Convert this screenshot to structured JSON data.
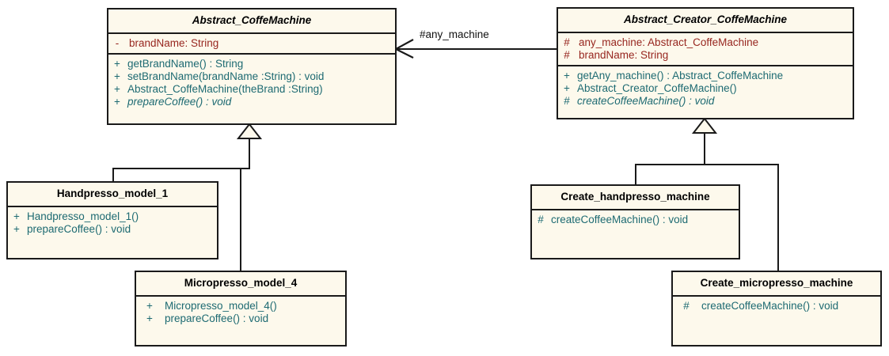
{
  "diagram": {
    "type": "uml-class-diagram",
    "title": "Abstract Factory / Factory Method - Coffee Machine",
    "background": "#ffffff",
    "colors": {
      "class_fill": "#FDF9EC",
      "border": "#1a1a1a",
      "attribute_text": "#97261f",
      "method_text": "#1d6a72",
      "class_name_text": "#000000"
    }
  },
  "classes": [
    {
      "id": "abstract-coffemachine",
      "name": "Abstract_CoffeMachine",
      "abstract": true,
      "attributes": [
        {
          "visibility": "-",
          "text": "brandName:  String"
        }
      ],
      "methods": [
        {
          "visibility": "+",
          "text": "getBrandName() : String",
          "abstract": false
        },
        {
          "visibility": "+",
          "text": "setBrandName(brandName :String) : void",
          "abstract": false
        },
        {
          "visibility": "+",
          "text": "Abstract_CoffeMachine(theBrand :String)",
          "abstract": false
        },
        {
          "visibility": "+",
          "text": "prepareCoffee() : void",
          "abstract": true
        }
      ]
    },
    {
      "id": "abstract-creator-coffemachine",
      "name": "Abstract_Creator_CoffeMachine",
      "abstract": true,
      "attributes": [
        {
          "visibility": "#",
          "text": "any_machine:  Abstract_CoffeMachine"
        },
        {
          "visibility": "#",
          "text": "brandName:  String"
        }
      ],
      "methods": [
        {
          "visibility": "+",
          "text": "getAny_machine() : Abstract_CoffeMachine",
          "abstract": false
        },
        {
          "visibility": "+",
          "text": "Abstract_Creator_CoffeMachine()",
          "abstract": false
        },
        {
          "visibility": "#",
          "text": "createCoffeeMachine() : void",
          "abstract": true
        }
      ]
    },
    {
      "id": "handpresso-model-1",
      "name": "Handpresso_model_1",
      "abstract": false,
      "attributes": [],
      "methods": [
        {
          "visibility": "+",
          "text": "Handpresso_model_1()",
          "abstract": false
        },
        {
          "visibility": "+",
          "text": "prepareCoffee() : void",
          "abstract": false
        }
      ]
    },
    {
      "id": "micropresso-model-4",
      "name": "Micropresso_model_4",
      "abstract": false,
      "attributes": [],
      "methods": [
        {
          "visibility": "+",
          "text": "Micropresso_model_4()",
          "abstract": false
        },
        {
          "visibility": "+",
          "text": "prepareCoffee() : void",
          "abstract": false
        }
      ]
    },
    {
      "id": "create-handpresso-machine",
      "name": "Create_handpresso_machine",
      "abstract": false,
      "attributes": [],
      "methods": [
        {
          "visibility": "#",
          "text": "createCoffeeMachine() : void",
          "abstract": false
        }
      ]
    },
    {
      "id": "create-micropresso-machine",
      "name": "Create_micropresso_machine",
      "abstract": false,
      "attributes": [],
      "methods": [
        {
          "visibility": "#",
          "text": "createCoffeeMachine() : void",
          "abstract": false
        }
      ]
    }
  ],
  "relationships": [
    {
      "id": "assoc-any-machine",
      "kind": "association",
      "label": "#any_machine",
      "from": "abstract-creator-coffemachine",
      "to": "abstract-coffemachine",
      "arrow": "open"
    },
    {
      "id": "gen-handpresso",
      "kind": "generalization",
      "from": "handpresso-model-1",
      "to": "abstract-coffemachine"
    },
    {
      "id": "gen-micropresso",
      "kind": "generalization",
      "from": "micropresso-model-4",
      "to": "abstract-coffemachine"
    },
    {
      "id": "gen-create-handpresso",
      "kind": "generalization",
      "from": "create-handpresso-machine",
      "to": "abstract-creator-coffemachine"
    },
    {
      "id": "gen-create-micropresso",
      "kind": "generalization",
      "from": "create-micropresso-machine",
      "to": "abstract-creator-coffemachine"
    }
  ]
}
